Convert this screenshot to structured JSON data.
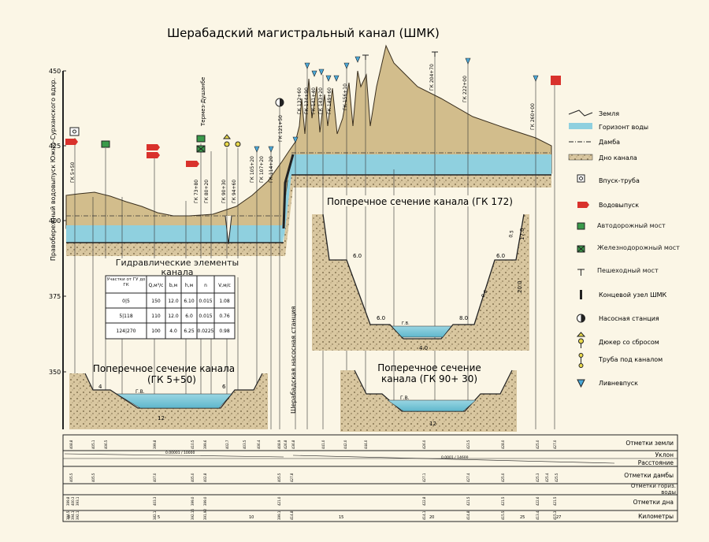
{
  "title": "Шерабадский магистральный канал (ШМК)",
  "vertical_label": "Правобережный водовыпуск Южно-Сурханского вдхр.",
  "pump_station_label": "Шерабадская насосная станция",
  "y_axis_ticks": [
    "450",
    "425",
    "400",
    "375",
    "350"
  ],
  "gk_labels": [
    "ГК 5+50",
    "ГК 73+80",
    "ГК 80+20",
    "ГК 90+30",
    "ГК 94+60",
    "ГК 105+20",
    "ГК 107+20",
    "ГК 114+20",
    "ГК 121+50",
    "ГК 132+60",
    "ГК 134+90",
    "ГК 141+40",
    "ГК 143+20",
    "ГК 149+60",
    "ГК 156+10",
    "ГК 204+70",
    "ГК 222+00",
    "ГК 260+00"
  ],
  "road_label": "Термез-Душанбе",
  "legend": {
    "items": [
      {
        "label": "Земля",
        "icon": "ground-line-icon"
      },
      {
        "label": "Горизонт воды",
        "icon": "water-swatch-icon"
      },
      {
        "label": "Дамба",
        "icon": "dam-line-icon"
      },
      {
        "label": "Дно канала",
        "icon": "canal-bottom-icon"
      },
      {
        "label": "Впуск-труба",
        "icon": "inlet-pipe-icon"
      },
      {
        "label": "Водовыпуск",
        "icon": "water-outlet-flag-icon"
      },
      {
        "label": "Автодорожный мост",
        "icon": "road-bridge-icon"
      },
      {
        "label": "Железнодорожный мост",
        "icon": "railway-bridge-icon"
      },
      {
        "label": "Пешеходный мост",
        "icon": "footbridge-icon"
      },
      {
        "label": "Концевой узел ШМК",
        "icon": "end-node-icon"
      },
      {
        "label": "Насосная станция",
        "icon": "pump-station-icon"
      },
      {
        "label": "Дюкер со сбросом",
        "icon": "siphon-icon"
      },
      {
        "label": "Труба под каналом",
        "icon": "pipe-under-canal-icon"
      },
      {
        "label": "Ливневпуск",
        "icon": "storm-inlet-icon"
      }
    ]
  },
  "hydraulic_table": {
    "title": "Гидравлические элементы канала",
    "headers": [
      "Участки от ГУ до ГК",
      "Q,м³/с",
      "b,м",
      "h,м",
      "n",
      "V,м/с"
    ],
    "rows": [
      [
        "0|5",
        "150",
        "12.0",
        "6.10",
        "0.015",
        "1.08"
      ],
      [
        "5|118",
        "110",
        "12.0",
        "6.0",
        "0.015",
        "0.76"
      ],
      [
        "124|270",
        "100",
        "4.0",
        "6.25",
        "0.0225",
        "0.98"
      ]
    ]
  },
  "sections": {
    "gk172": {
      "title": "Поперечное сечение канала (ГК 172)",
      "water_label": "Г.В.",
      "dims": [
        "6.0",
        "6.0",
        "6.0",
        "8.0",
        "4.0",
        "20.0",
        "17.0",
        "0.6",
        "0.5"
      ]
    },
    "gk550": {
      "title_line1": "Поперечное сечение канала",
      "title_line2": "(ГК 5+50)",
      "water_label": "Г.В.",
      "dims": [
        "4",
        "6",
        "12"
      ]
    },
    "gk9030": {
      "title_line1": "Поперечное сечение",
      "title_line2": "канала  (ГК 90+ 30)",
      "water_label": "Г.В.",
      "dims": [
        "12"
      ]
    }
  },
  "bottom_table": {
    "rows": [
      "Отметки земли",
      "Уклон",
      "Расстояние",
      "Отметки дамбы",
      "Отметки гориз. воды",
      "Отметки дна",
      "Километры"
    ],
    "slopes": [
      "0.00001 / 10000",
      "0.0001 / 14600"
    ],
    "km": [
      "0",
      "5",
      "10",
      "15",
      "20",
      "25",
      "27"
    ],
    "ground_values": [
      "408.8",
      "405.1",
      "406.5",
      "399.8",
      "410.5",
      "399.6",
      "402.7",
      "403.5",
      "406.4",
      "408.9",
      "426.8",
      "436.8",
      "441.0",
      "442.0",
      "444.0",
      "426.0",
      "423.5",
      "428.0",
      "425.0",
      "427.0"
    ],
    "dam_values": [
      "405.5",
      "405.5",
      "407.0",
      "405.0",
      "402.8",
      "405.5",
      "427.8",
      "427.1",
      "427.4",
      "425.0",
      "425.3",
      "425.4",
      "425.5"
    ],
    "water_values": [
      "399.8",
      "400.3",
      "393.1",
      "403.3",
      "399.0",
      "399.0",
      "421.0",
      "422.8",
      "421.5",
      "421.5",
      "422.6",
      "421.5"
    ],
    "bottom_values": [
      "394.5",
      "394.1",
      "392.1",
      "382.1",
      "392.16",
      "391.92",
      "399.1",
      "414.8",
      "414.1",
      "414.8",
      "415.5",
      "413.4",
      "415.3"
    ]
  }
}
